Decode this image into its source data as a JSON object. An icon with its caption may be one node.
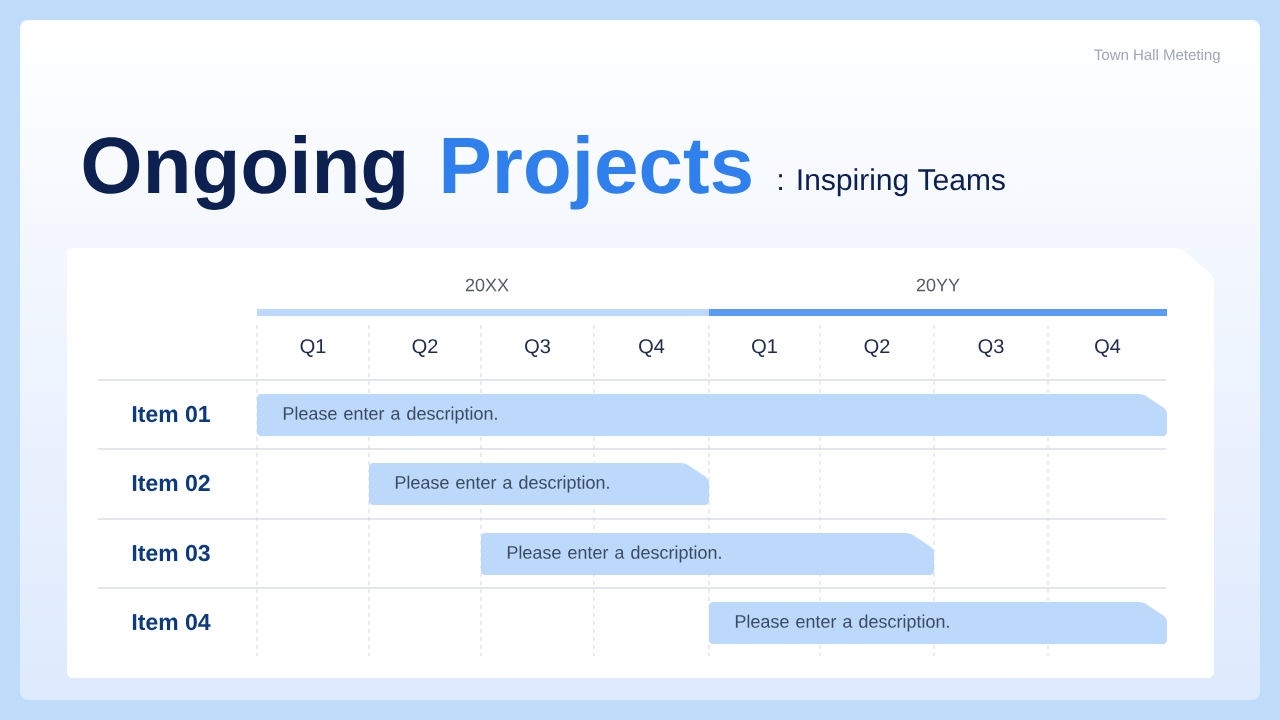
{
  "diagram": {
    "nodes": [
      {
        "text": [
          "Please enter a description."
        ]
      },
      {
        "text": [
          "Please enter a description."
        ]
      },
      {
        "text": [
          "Please enter a description."
        ]
      },
      {
        "text": [
          "Please enter a description."
        ]
      }
    ],
    "labels": [
      "Town Hall Meteting",
      "Ongoing",
      "Projects",
      ": Inspiring Teams",
      "20XX",
      "20YY",
      "Q1",
      "Q2",
      "Q3",
      "Q4",
      "Q1",
      "Q2",
      "Q3",
      "Q4",
      "Item 01",
      "Item 02",
      "Item 03",
      "Item 04"
    ]
  }
}
